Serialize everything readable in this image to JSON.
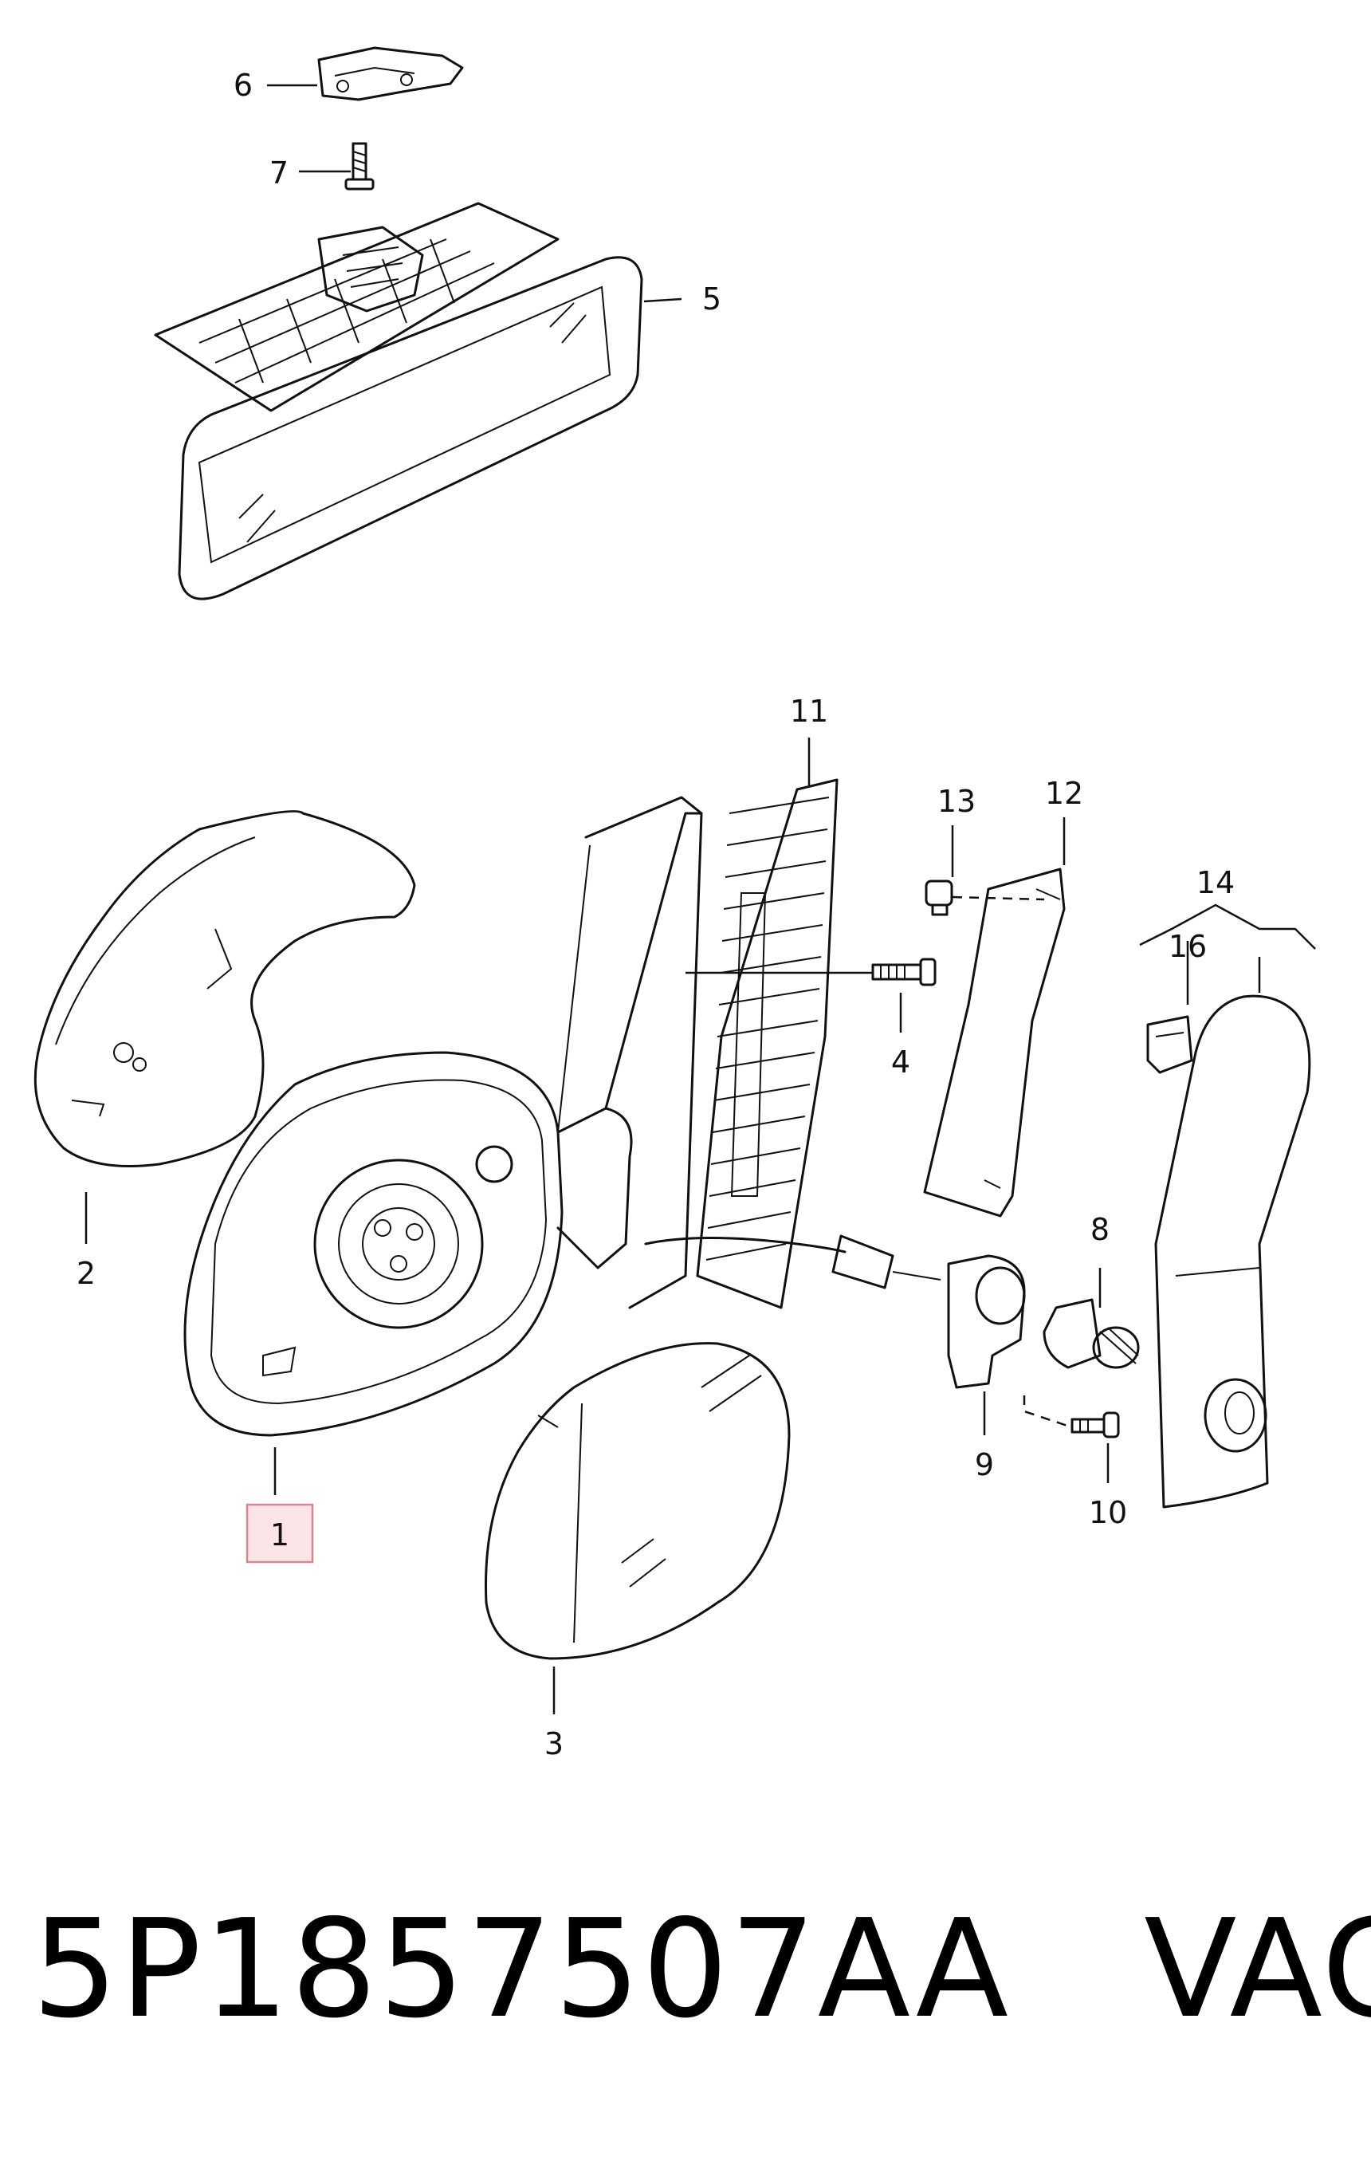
{
  "callouts": [
    {
      "id": "1",
      "label": "1",
      "highlighted": true
    },
    {
      "id": "2",
      "label": "2"
    },
    {
      "id": "3",
      "label": "3"
    },
    {
      "id": "4",
      "label": "4"
    },
    {
      "id": "5",
      "label": "5"
    },
    {
      "id": "6",
      "label": "6"
    },
    {
      "id": "7",
      "label": "7"
    },
    {
      "id": "8",
      "label": "8"
    },
    {
      "id": "9",
      "label": "9"
    },
    {
      "id": "10",
      "label": "10"
    },
    {
      "id": "11",
      "label": "11"
    },
    {
      "id": "12",
      "label": "12"
    },
    {
      "id": "13",
      "label": "13"
    },
    {
      "id": "14",
      "label": "14"
    },
    {
      "id": "16",
      "label": "16"
    }
  ],
  "highlight_color": "#fbe4e6",
  "caption": {
    "part_number": "5P1857507AA",
    "brand": "VAG"
  }
}
